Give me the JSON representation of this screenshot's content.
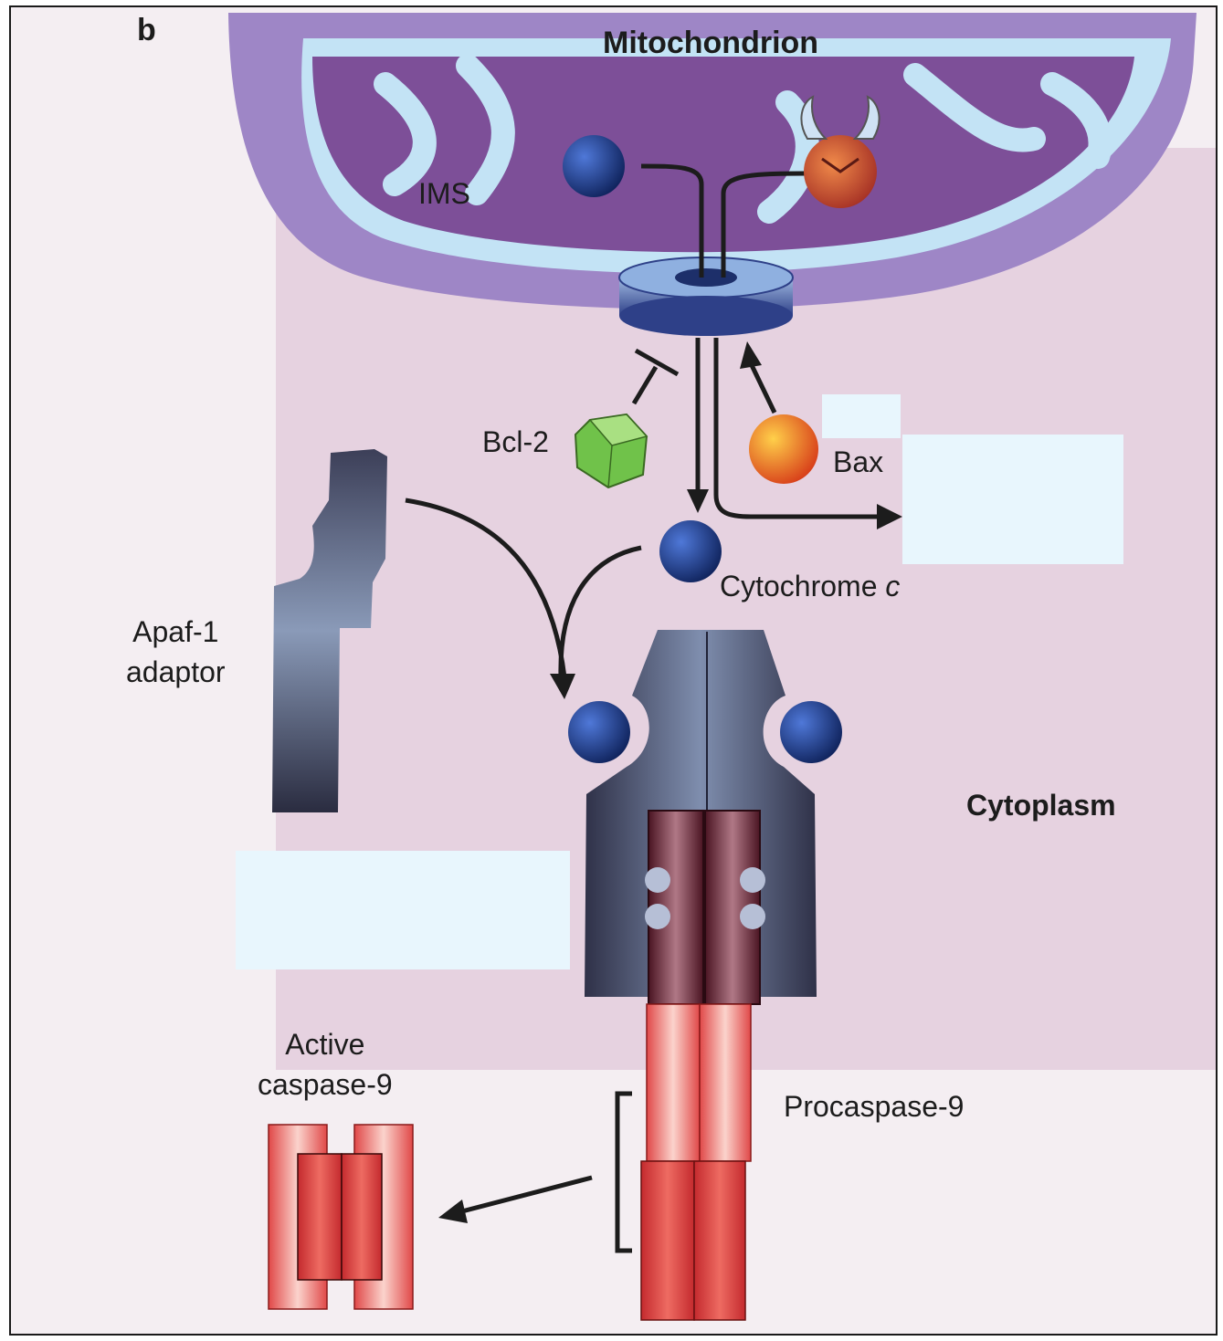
{
  "panel_label": "b",
  "labels": {
    "mitochondrion": "Mitochondrion",
    "ims": "IMS",
    "bcl2": "Bcl-2",
    "bax": "Bax",
    "cytochrome_c": "Cytochrome c",
    "apaf1_line1": "Apaf-1",
    "apaf1_line2": "adaptor",
    "cytoplasm": "Cytoplasm",
    "active_caspase_line1": "Active",
    "active_caspase_line2": "caspase-9",
    "procaspase": "Procaspase-9"
  },
  "colors": {
    "mitochondrion_outer": "#9a7fc0",
    "mitochondrion_inner": "#7a4f8e",
    "ims_light": "#bfe3f5",
    "cytochrome_blue": "#1d3f9c",
    "bax_orange": "#f07a1a",
    "bcl2_green": "#6cc04a",
    "apaf_slate": "#4a4d66",
    "procaspase_red": "#d83a3a",
    "cytoplasm_bg": "#ecdbe8",
    "blank_box": "#e8f6fd"
  }
}
